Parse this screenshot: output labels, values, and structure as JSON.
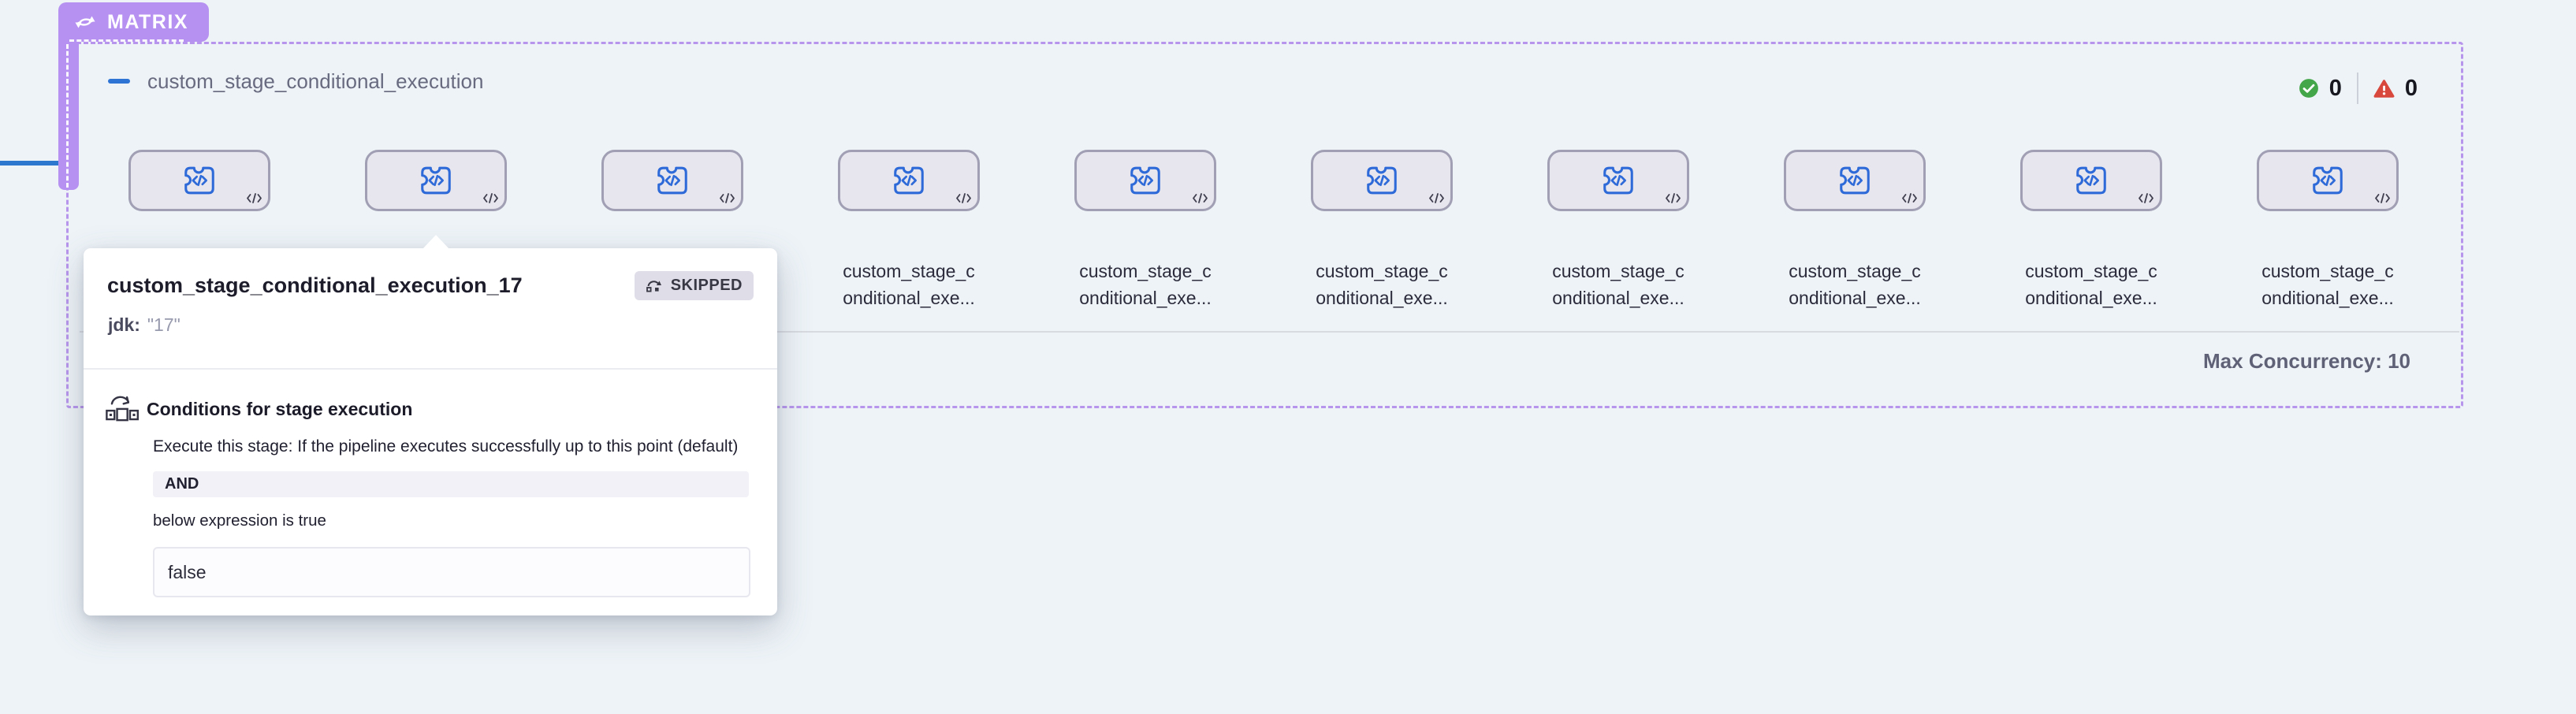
{
  "badge": {
    "label": "MATRIX",
    "icon": "loop-icon"
  },
  "matrix_group": {
    "title": "custom_stage_conditional_execution",
    "success_count": "0",
    "error_count": "0",
    "stage_count": 10,
    "stage_label_line1": "custom_stage_c",
    "stage_label_line2": "onditional_exe...",
    "max_concurrency_label": "Max Concurrency: 10"
  },
  "popover": {
    "title": "custom_stage_conditional_execution_17",
    "status_badge": "SKIPPED",
    "param_key": "jdk:",
    "param_value": "\"17\"",
    "conditions": {
      "heading": "Conditions for stage execution",
      "description": "Execute this stage: If the pipeline executes successfully up to this point (default)",
      "operator": "AND",
      "note": "below expression is true",
      "expression": "false"
    }
  },
  "colors": {
    "matrix_purple": "#b691f1",
    "dashed_border": "#b795ec",
    "pipeline_blue": "#2e74d5",
    "stage_icon_blue": "#2e6bd8",
    "success_green": "#43a648",
    "error_red": "#d9483d",
    "node_fill": "#e7e5ee",
    "node_border": "#a09fb3",
    "background": "#edf3f7"
  }
}
